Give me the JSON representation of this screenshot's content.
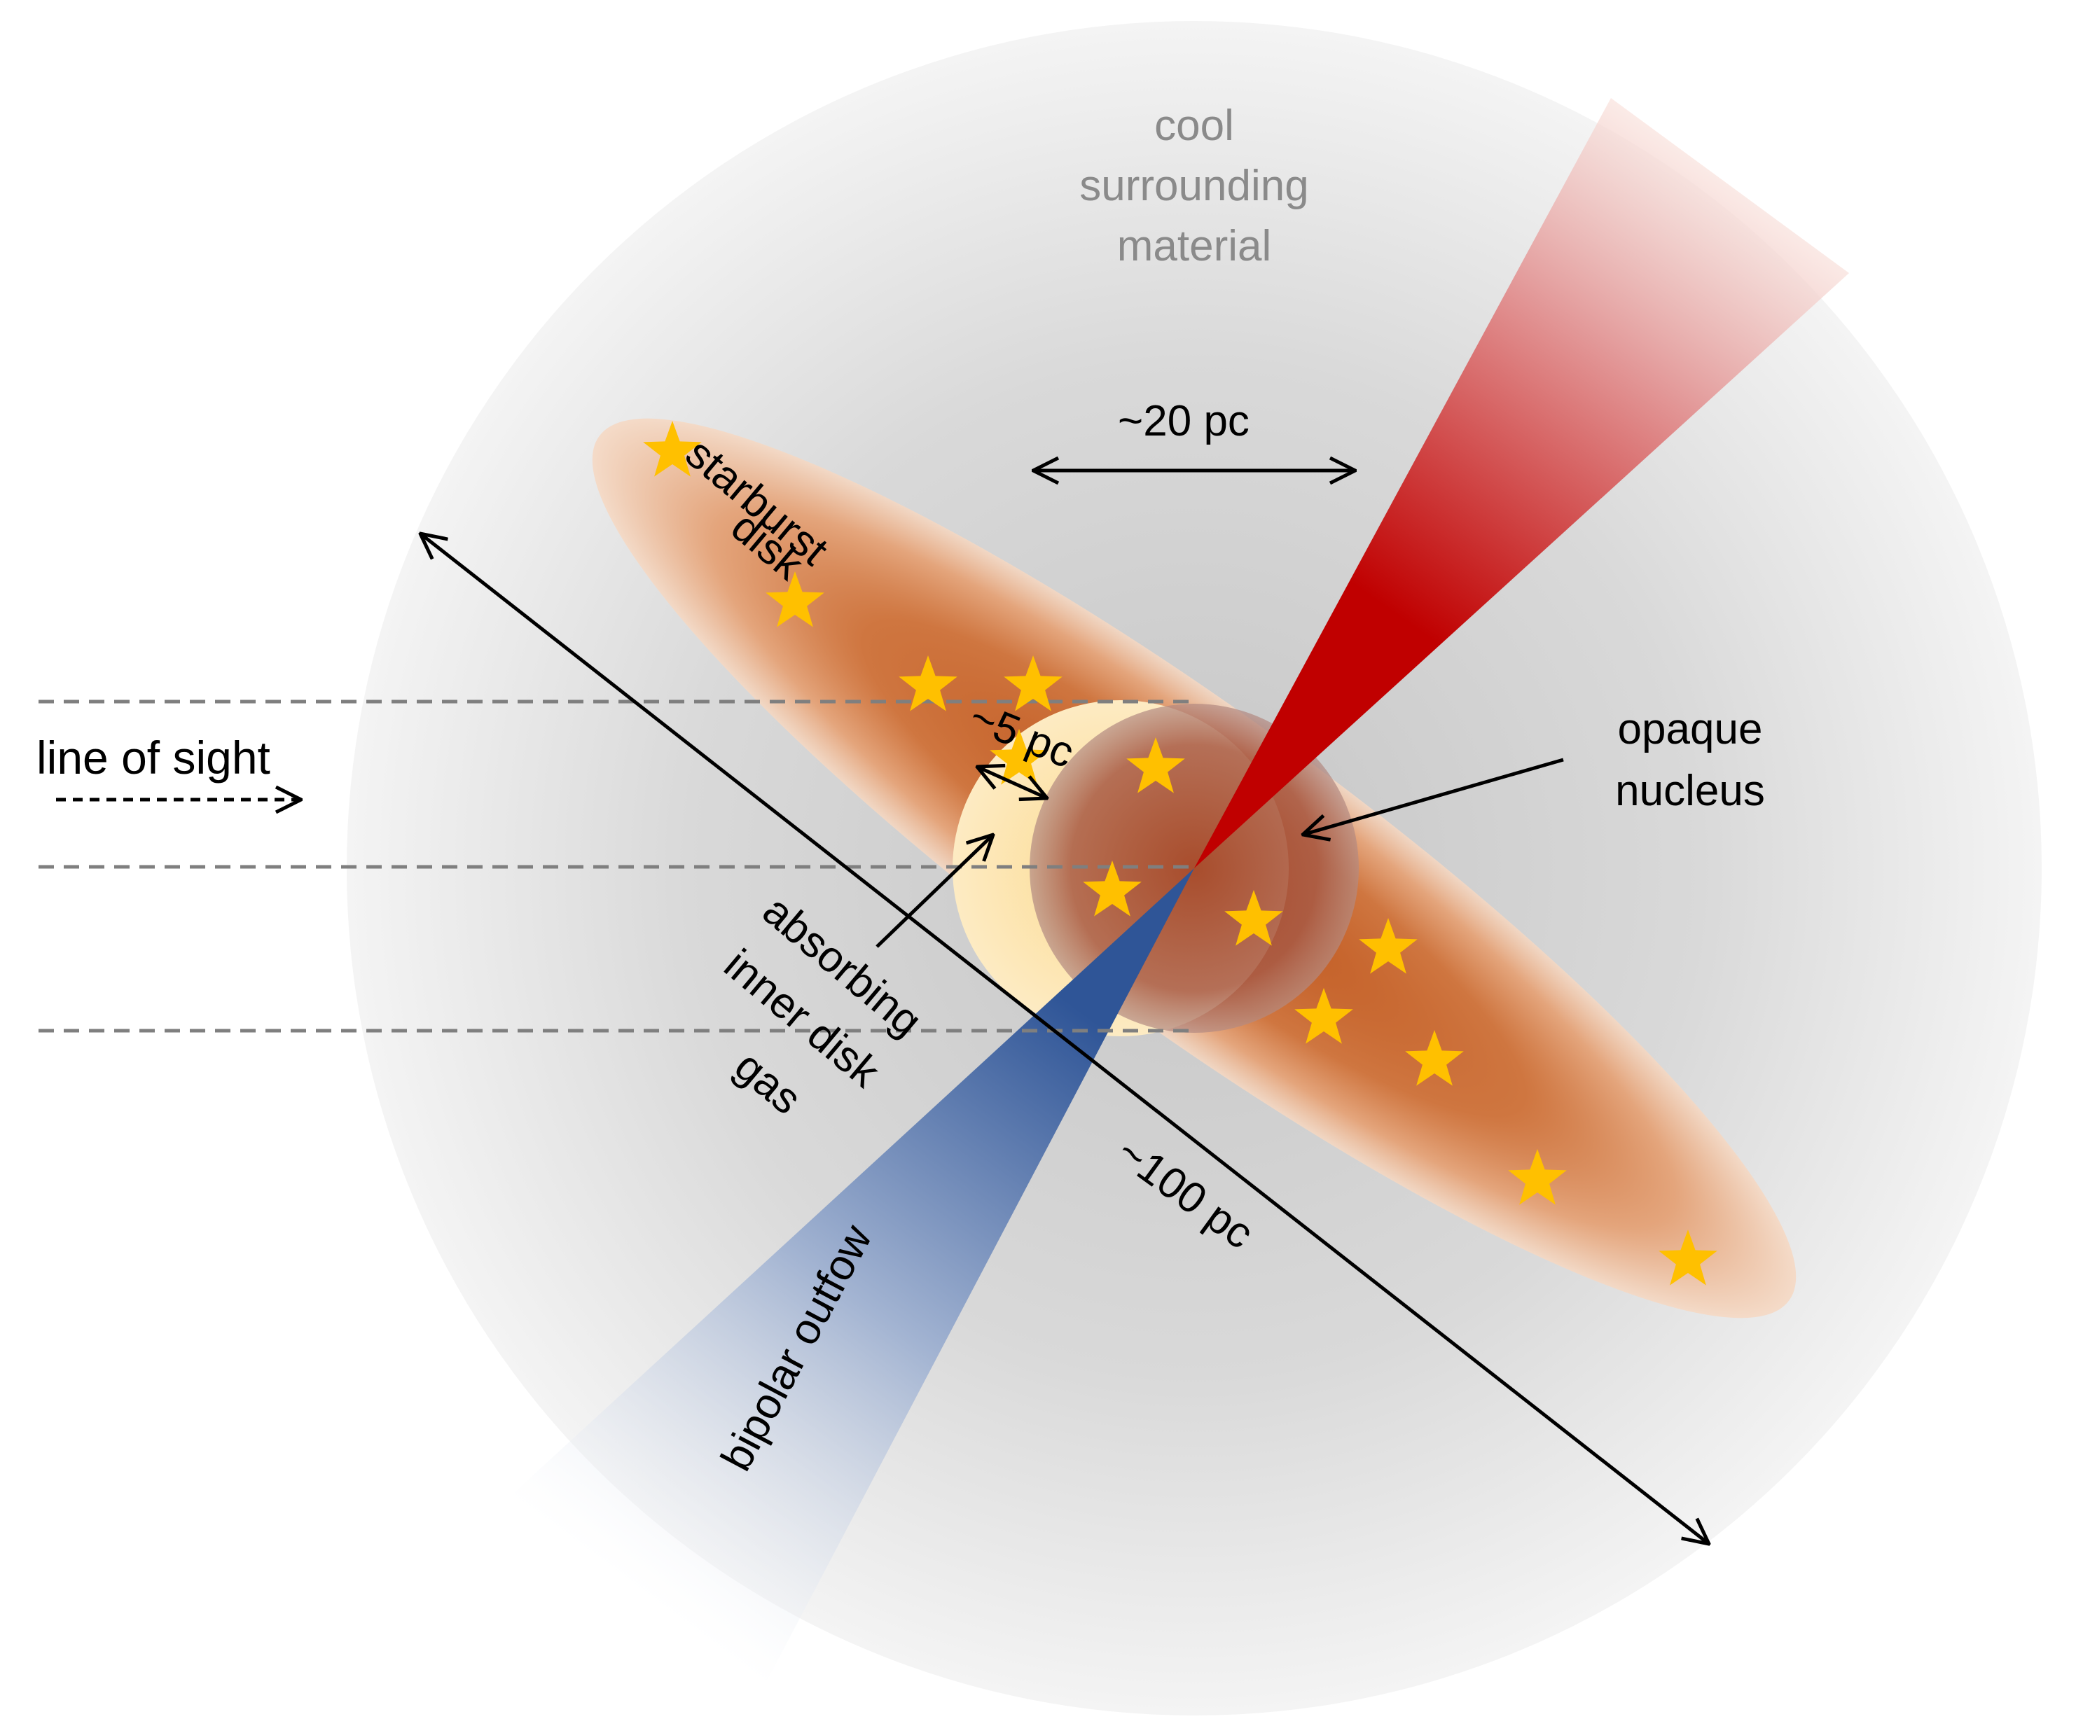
{
  "labels": {
    "cool_material": [
      "cool",
      "surrounding",
      "material"
    ],
    "size_20pc": "~20 pc",
    "starburst_disk": [
      "starburst",
      "disk"
    ],
    "size_5pc": "~5 pc",
    "line_of_sight": "line of sight",
    "opaque_nucleus": [
      "opaque",
      "nucleus"
    ],
    "absorbing_gas": [
      "absorbing",
      "inner disk",
      "gas"
    ],
    "size_100pc": "~100 pc",
    "bipolar_outflow": "bipolar outfow"
  },
  "colors": {
    "sphere_center": "#c8c8c8",
    "sphere_edge": "#f2f2f2",
    "disk_core": "#c8642a",
    "disk_edge": "#f3c9a8",
    "nucleus": "#a54a2a",
    "absorbing_gas": "#fde6b0",
    "outflow_red": "#c00000",
    "outflow_blue": "#2f5597",
    "star": "#ffc000",
    "grey_text": "#8a8a8a",
    "dashed_line": "#7f7f7f"
  },
  "stars": [
    {
      "name": "star-1"
    },
    {
      "name": "star-2"
    },
    {
      "name": "star-3"
    },
    {
      "name": "star-4"
    },
    {
      "name": "star-5"
    },
    {
      "name": "star-6"
    },
    {
      "name": "star-7"
    },
    {
      "name": "star-8"
    },
    {
      "name": "star-9"
    },
    {
      "name": "star-10"
    },
    {
      "name": "star-11"
    },
    {
      "name": "star-12"
    },
    {
      "name": "star-13"
    }
  ]
}
